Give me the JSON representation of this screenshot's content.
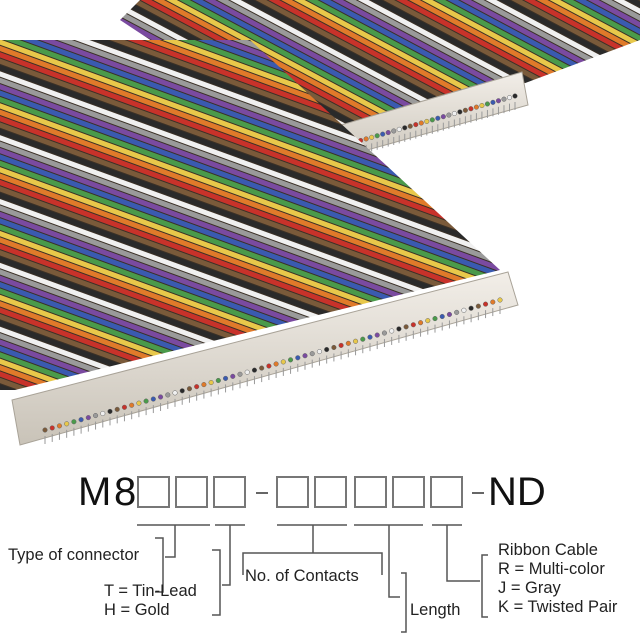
{
  "part_number": {
    "prefix_m": "M",
    "prefix_8": "8",
    "suffix": "ND"
  },
  "labels": {
    "type_of_connector": "Type of connector",
    "plating_tin": "T = Tin-Lead",
    "plating_gold": "H = Gold",
    "contacts": "No. of Contacts",
    "length": "Length",
    "ribbon_title": "Ribbon Cable",
    "ribbon_r": "R = Multi-color",
    "ribbon_j": "J = Gray",
    "ribbon_k": "K = Twisted Pair"
  },
  "colors": {
    "wires": [
      "#7a5a3a",
      "#c8322a",
      "#e07a2a",
      "#e8c84a",
      "#4a9a4a",
      "#3a5ab0",
      "#7a4aa0",
      "#9a9a9a",
      "#f0f0f0",
      "#2a2a2a"
    ],
    "connector": "#e2ddd4",
    "box_stroke": "#777777"
  }
}
